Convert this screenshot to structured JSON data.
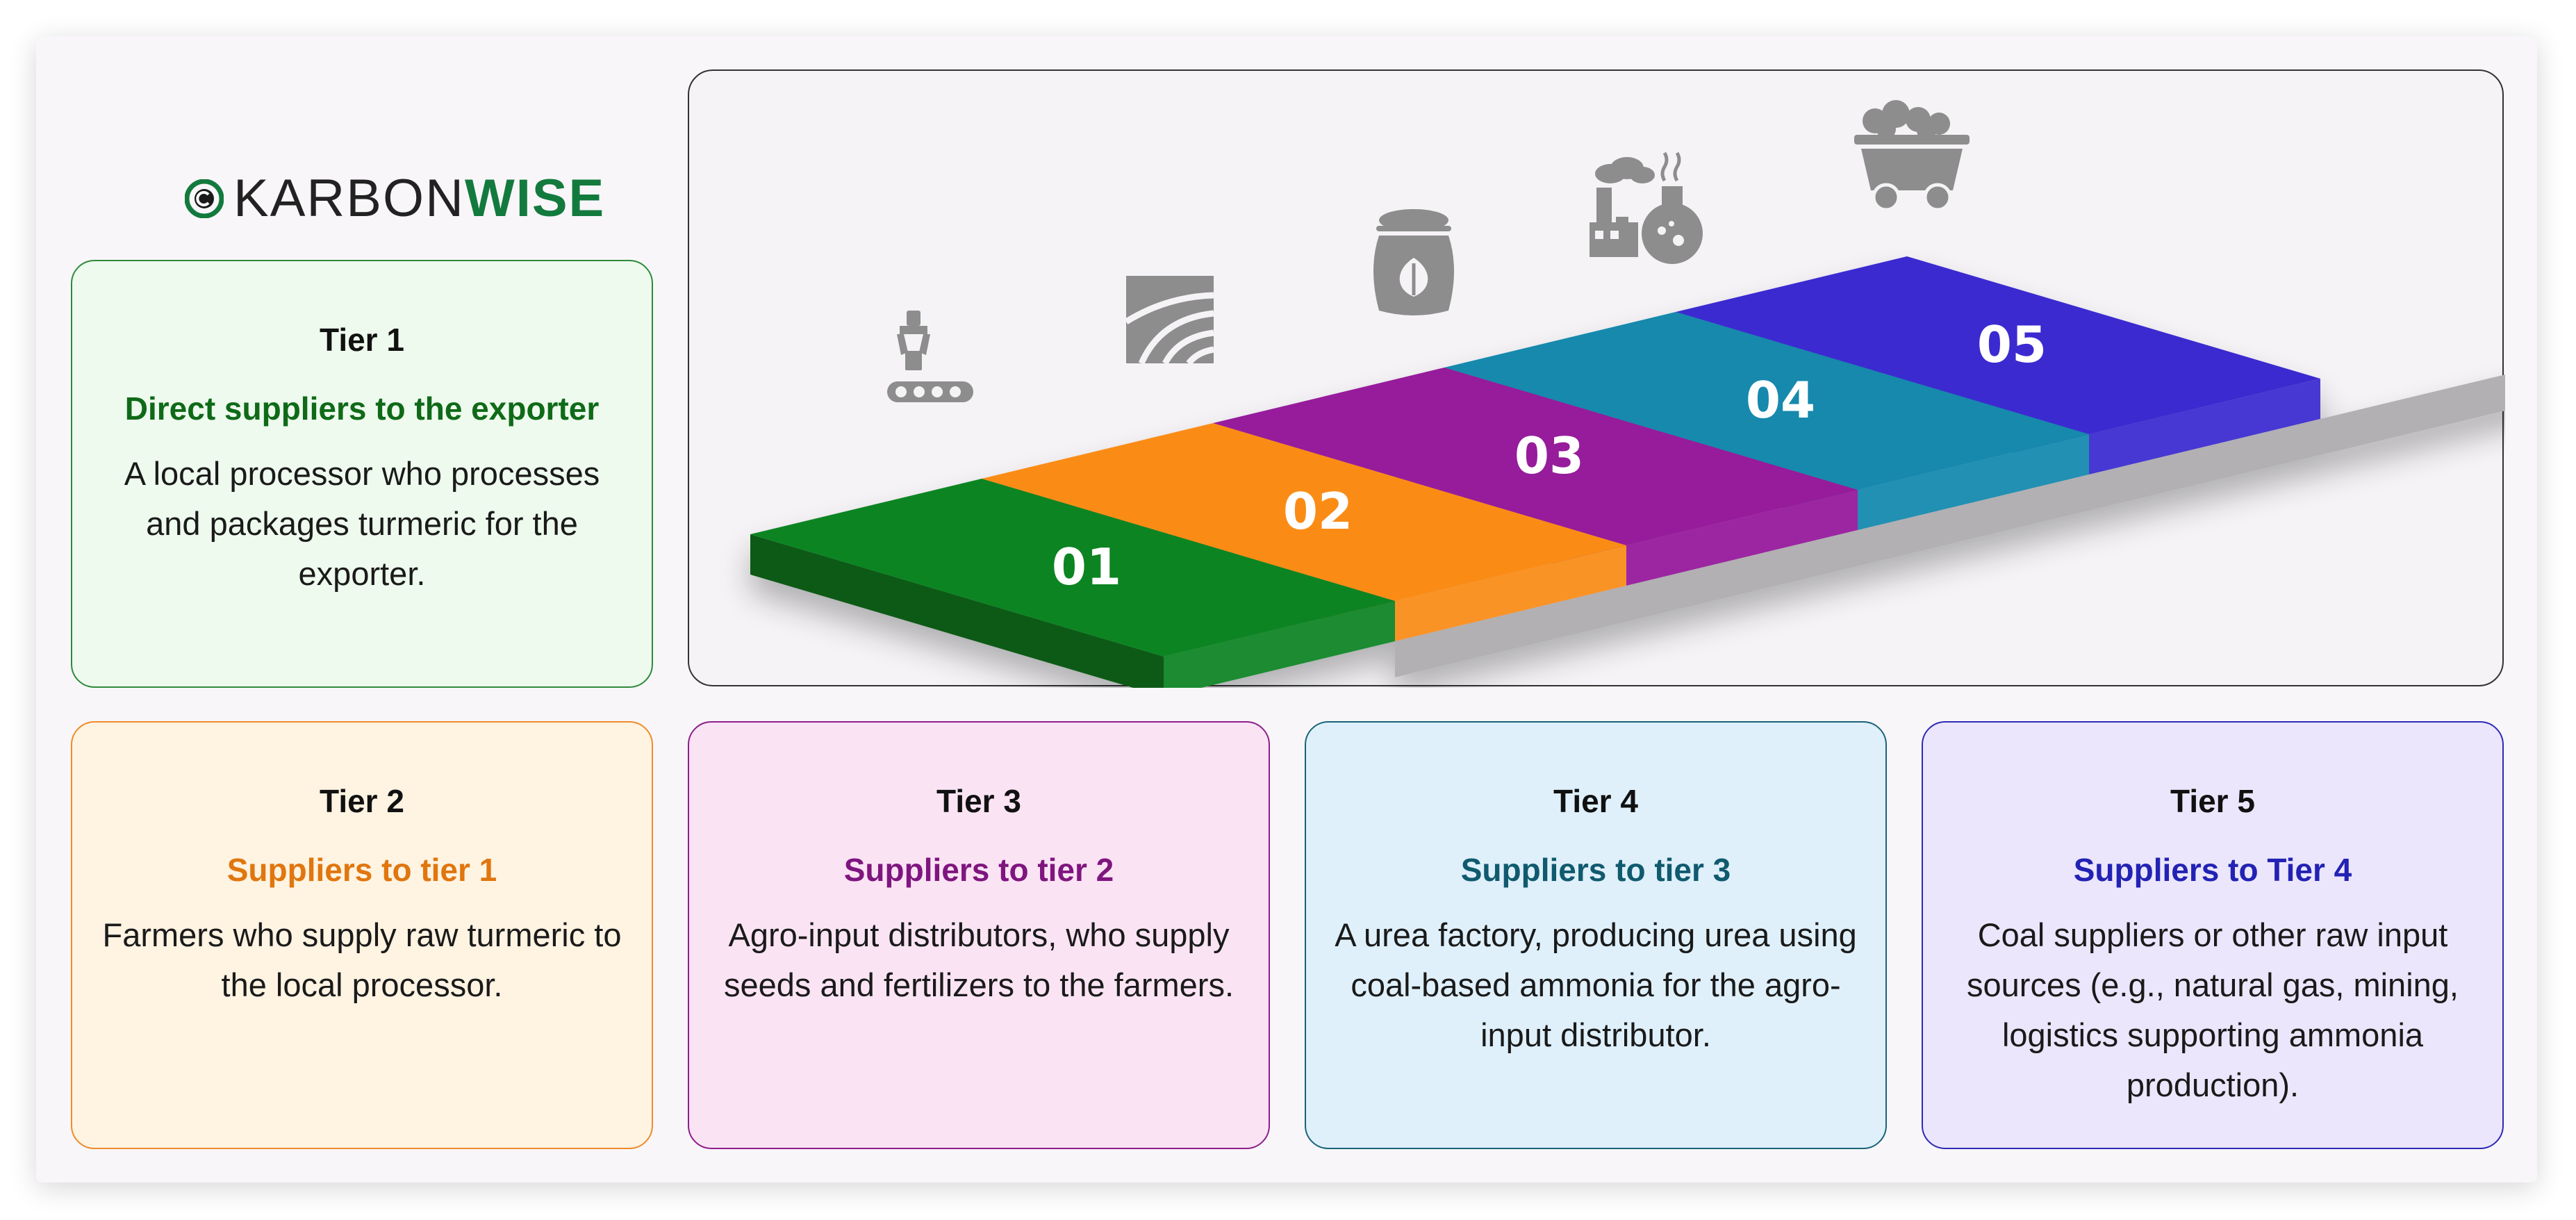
{
  "brand": {
    "name_part1": "KARBON",
    "name_part2": "WISE"
  },
  "steps": [
    {
      "number": "01",
      "color": "#0b8424",
      "icon": "robotic-arm-conveyor-icon"
    },
    {
      "number": "02",
      "color": "#fa8c17",
      "icon": "farm-field-rows-icon"
    },
    {
      "number": "03",
      "color": "#961a9b",
      "icon": "fertilizer-sack-icon"
    },
    {
      "number": "04",
      "color": "#1489ad",
      "icon": "factory-chemistry-flask-icon"
    },
    {
      "number": "05",
      "color": "#3b2ad0",
      "icon": "coal-mine-cart-icon"
    }
  ],
  "tiers": [
    {
      "title": "Tier 1",
      "subtitle": "Direct suppliers to the exporter",
      "description": "A local processor who processes and packages turmeric for the exporter."
    },
    {
      "title": "Tier 2",
      "subtitle": "Suppliers to tier 1",
      "description": "Farmers who supply raw turmeric to the local processor."
    },
    {
      "title": "Tier 3",
      "subtitle": "Suppliers to tier 2",
      "description": "Agro-input distributors, who supply seeds and fertilizers to the farmers."
    },
    {
      "title": "Tier 4",
      "subtitle": "Suppliers to tier 3",
      "description": "A urea factory, producing urea using coal-based ammonia for the agro-input distributor."
    },
    {
      "title": "Tier 5",
      "subtitle": "Suppliers to Tier 4",
      "description": "Coal suppliers or other raw input sources (e.g., natural gas, mining, logistics supporting ammonia production)."
    }
  ]
}
